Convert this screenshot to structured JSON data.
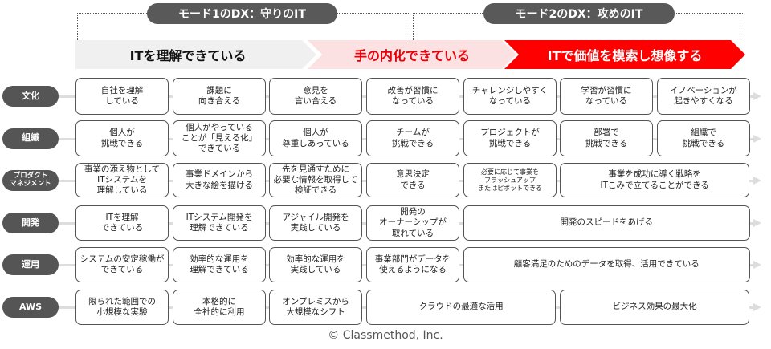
{
  "modes": [
    {
      "label": "モード1のDX：守りのIT"
    },
    {
      "label": "モード2のDX：攻めのIT"
    }
  ],
  "stages": [
    {
      "label": "ITを理解できている",
      "bg": "#f0f0f0",
      "color": "#111111"
    },
    {
      "label": "手の内化できている",
      "bg": "#fbe1e1",
      "color": "#e8000b"
    },
    {
      "label": "ITで価値を模索し想像する",
      "bg": "#ff0000",
      "color": "#ffffff"
    }
  ],
  "rows": [
    {
      "label": "文化",
      "cells": [
        {
          "text": "自社を理解\nしている",
          "span": 1
        },
        {
          "text": "課題に\n向き合える",
          "span": 1
        },
        {
          "text": "意見を\n言い合える",
          "span": 1
        },
        {
          "text": "改善が習慣に\nなっている",
          "span": 1
        },
        {
          "text": "チャレンジしやすく\nなっている",
          "span": 1
        },
        {
          "text": "学習が習慣に\nなっている",
          "span": 1
        },
        {
          "text": "イノベーションが\n起きやすくなる",
          "span": 1
        }
      ]
    },
    {
      "label": "組織",
      "cells": [
        {
          "text": "個人が\n挑戦できる",
          "span": 1
        },
        {
          "text": "個人がやっている\nことが「見える化」\nできている",
          "span": 1
        },
        {
          "text": "個人が\n尊重しあっている",
          "span": 1
        },
        {
          "text": "チームが\n挑戦できる",
          "span": 1
        },
        {
          "text": "プロジェクトが\n挑戦できる",
          "span": 1
        },
        {
          "text": "部署で\n挑戦できる",
          "span": 1
        },
        {
          "text": "組織で\n挑戦できる",
          "span": 1
        }
      ]
    },
    {
      "label": "プロダクト\nマネジメント",
      "cells": [
        {
          "text": "事業の添え物として\nITシステムを\n理解している",
          "span": 1
        },
        {
          "text": "事業ドメインから\n大きな絵を描ける",
          "span": 1
        },
        {
          "text": "先を見通すために\n必要な情報を取得して\n検証できる",
          "span": 1
        },
        {
          "text": "意思決定\nできる",
          "span": 1
        },
        {
          "text": "必要に応じて事業を\nブラッシュアップ\nまたはピボットできる",
          "span": 1
        },
        {
          "text": "事業を成功に導く戦略を\nITこみで立てることができる",
          "span": 2
        }
      ]
    },
    {
      "label": "開発",
      "cells": [
        {
          "text": "ITを理解\nできている",
          "span": 1
        },
        {
          "text": "ITシステム開発を\n理解できている",
          "span": 1
        },
        {
          "text": "アジャイル開発を\n実践している",
          "span": 1
        },
        {
          "text": "開発の\nオーナーシップが\n取れている",
          "span": 1
        },
        {
          "text": "開発のスピードをあげる",
          "span": 3
        }
      ]
    },
    {
      "label": "運用",
      "cells": [
        {
          "text": "システムの安定稼働が\nできている",
          "span": 1
        },
        {
          "text": "効率的な運用を\n理解できている",
          "span": 1
        },
        {
          "text": "効率的な運用を\n実践している",
          "span": 1
        },
        {
          "text": "事業部門がデータを\n使えるようになる",
          "span": 1
        },
        {
          "text": "顧客満足のためのデータを取得、活用できている",
          "span": 3
        }
      ]
    },
    {
      "label": "AWS",
      "cells": [
        {
          "text": "限られた範囲での\n小規模な実験",
          "span": 1
        },
        {
          "text": "本格的に\n全社的に利用",
          "span": 1
        },
        {
          "text": "オンプレミスから\n大規模なシフト",
          "span": 1
        },
        {
          "text": "クラウドの最適な活用",
          "span": 2
        },
        {
          "text": "ビジネス効果の最大化",
          "span": 2
        }
      ]
    }
  ],
  "copyright": "© Classmethod, Inc."
}
